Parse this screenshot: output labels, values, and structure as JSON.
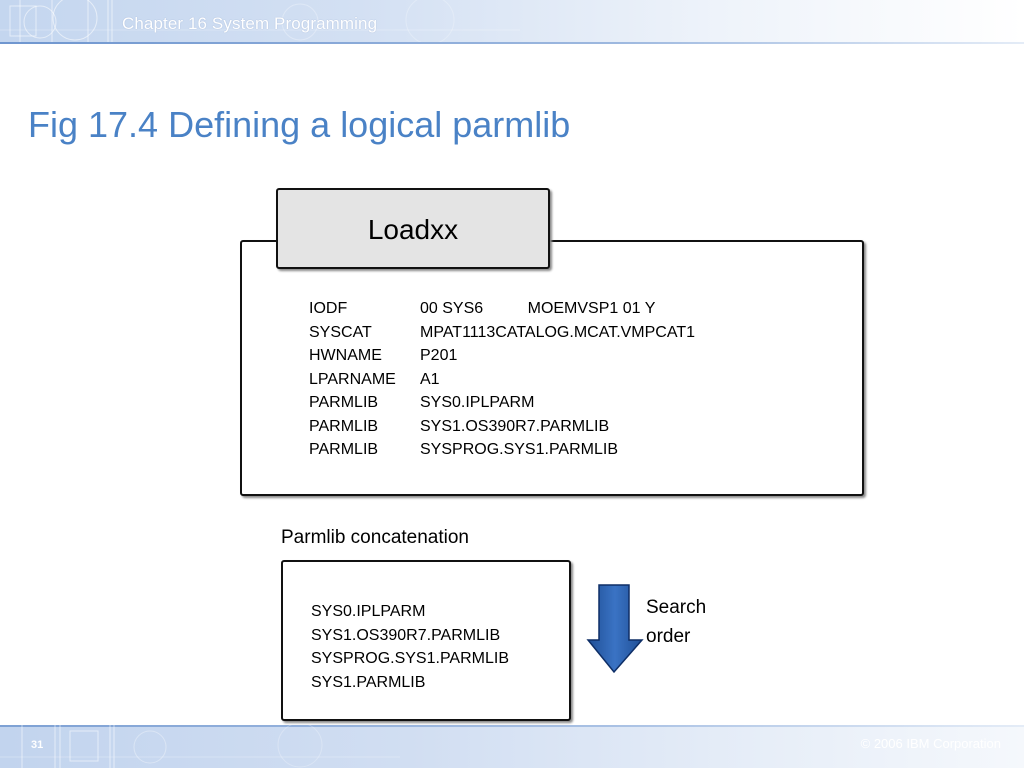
{
  "header": {
    "chapter_title": "Chapter 16 System Programming"
  },
  "slide": {
    "title": "Fig 17.4 Defining a logical parmlib"
  },
  "load_member": {
    "name": "Loadxx",
    "lines": [
      {
        "keyword": "IODF",
        "value": "00 SYS6          MOEMVSP1 01 Y"
      },
      {
        "keyword": "SYSCAT",
        "value": "MPAT1113CATALOG.MCAT.VMPCAT1"
      },
      {
        "keyword": "HWNAME",
        "value": "P201"
      },
      {
        "keyword": "LPARNAME",
        "value": "A1"
      },
      {
        "keyword": "PARMLIB",
        "value": "SYS0.IPLPARM"
      },
      {
        "keyword": "PARMLIB",
        "value": "SYS1.OS390R7.PARMLIB"
      },
      {
        "keyword": "PARMLIB",
        "value": "SYSPROG.SYS1.PARMLIB"
      }
    ]
  },
  "concatenation": {
    "label": "Parmlib concatenation",
    "datasets": [
      "SYS0.IPLPARM",
      "SYS1.OS390R7.PARMLIB",
      "SYSPROG.SYS1.PARMLIB",
      "SYS1.PARMLIB"
    ]
  },
  "search_order": {
    "line1": "Search",
    "line2": "order",
    "arrow_color": "#2a5fa8",
    "arrow_icon": "arrow-down-icon"
  },
  "footer": {
    "page_number": "31",
    "copyright": "© 2006 IBM Corporation"
  },
  "colors": {
    "title": "#4a82c6",
    "header_bar": "#c4d6ef",
    "tab_fill": "#e4e4e4"
  }
}
